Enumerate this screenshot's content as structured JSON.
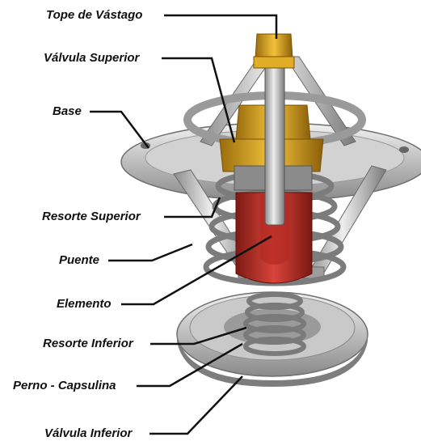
{
  "labels": [
    {
      "key": "tope",
      "text": "Tope de Vástago"
    },
    {
      "key": "valvula_superior",
      "text": "Válvula Superior"
    },
    {
      "key": "base",
      "text": "Base"
    },
    {
      "key": "resorte_superior",
      "text": "Resorte Superior"
    },
    {
      "key": "puente",
      "text": "Puente"
    },
    {
      "key": "elemento",
      "text": "Elemento"
    },
    {
      "key": "resorte_inferior",
      "text": "Resorte Inferior"
    },
    {
      "key": "perno",
      "text": "Perno - Capsulina"
    },
    {
      "key": "valvula_inferior",
      "text": "Válvula Inferior"
    }
  ],
  "colors": {
    "metal_light": "#d9d9d9",
    "metal_mid": "#a9a9a9",
    "metal_dark": "#6e6e6e",
    "brass": "#d9a21b",
    "element_red": "#c0302a",
    "leader": "#111111"
  }
}
